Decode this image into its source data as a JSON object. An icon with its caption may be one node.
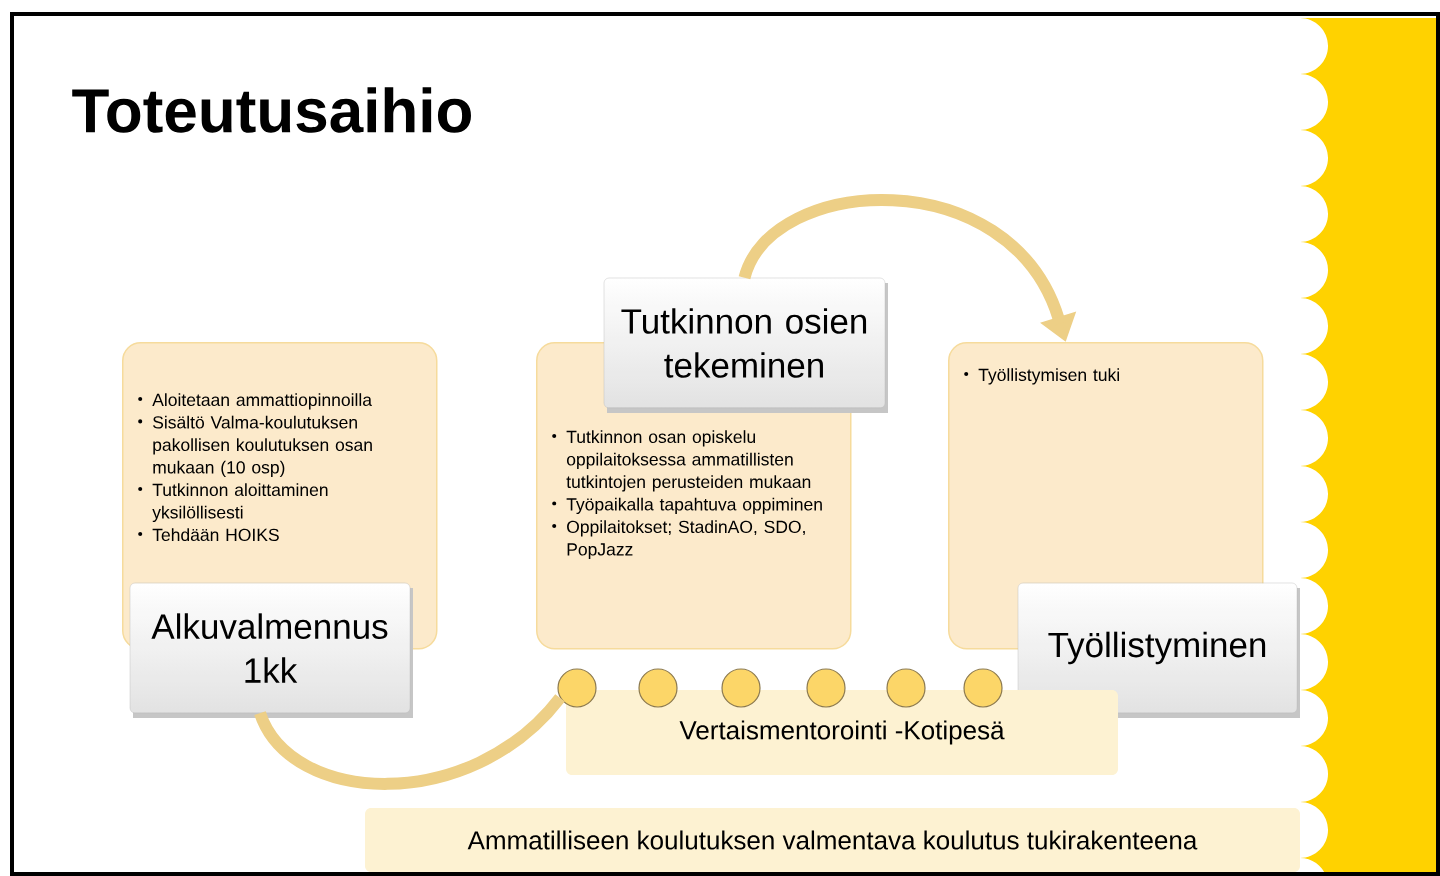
{
  "diagram": {
    "title": "Toteutusaihio",
    "nodes": [
      {
        "text": [
          "Aloitetaan ammattiopinnoilla",
          "Sisältö Valma-koulutuksen pakollisen koulutuksen osan mukaan (10 osp)",
          "Tutkinnon aloittaminen yksilöllisesti",
          "Tehdään HOIKS"
        ]
      },
      {
        "text": [
          "Alkuvalmennus 1kk"
        ]
      },
      {
        "text": [
          "Tutkinnon osan opiskelu oppilaitoksessa ammatillisten tutkintojen perusteiden mukaan",
          "Työpaikalla tapahtuva oppiminen",
          "Oppilaitokset; StadinAO, SDO, PopJazz"
        ]
      },
      {
        "text": [
          "Tutkinnon osien tekeminen"
        ]
      },
      {
        "text": [
          "Työllistymisen tuki"
        ]
      },
      {
        "text": [
          "Työllistyminen"
        ]
      },
      {
        "text": [
          "Vertaismentorointi -Kotipesä"
        ]
      },
      {
        "text": [],
        "shape": "circle"
      },
      {
        "text": [],
        "shape": "circle"
      },
      {
        "text": [],
        "shape": "circle"
      },
      {
        "text": [],
        "shape": "circle"
      },
      {
        "text": [],
        "shape": "circle"
      },
      {
        "text": [],
        "shape": "circle"
      },
      {
        "text": [
          "Ammatilliseen koulutuksen valmentava koulutus tukirakenteena"
        ]
      }
    ],
    "edges": [
      {
        "from": 1,
        "to": 7,
        "arrow": "none"
      },
      {
        "from": 3,
        "to": 4,
        "arrow": "to"
      }
    ]
  }
}
